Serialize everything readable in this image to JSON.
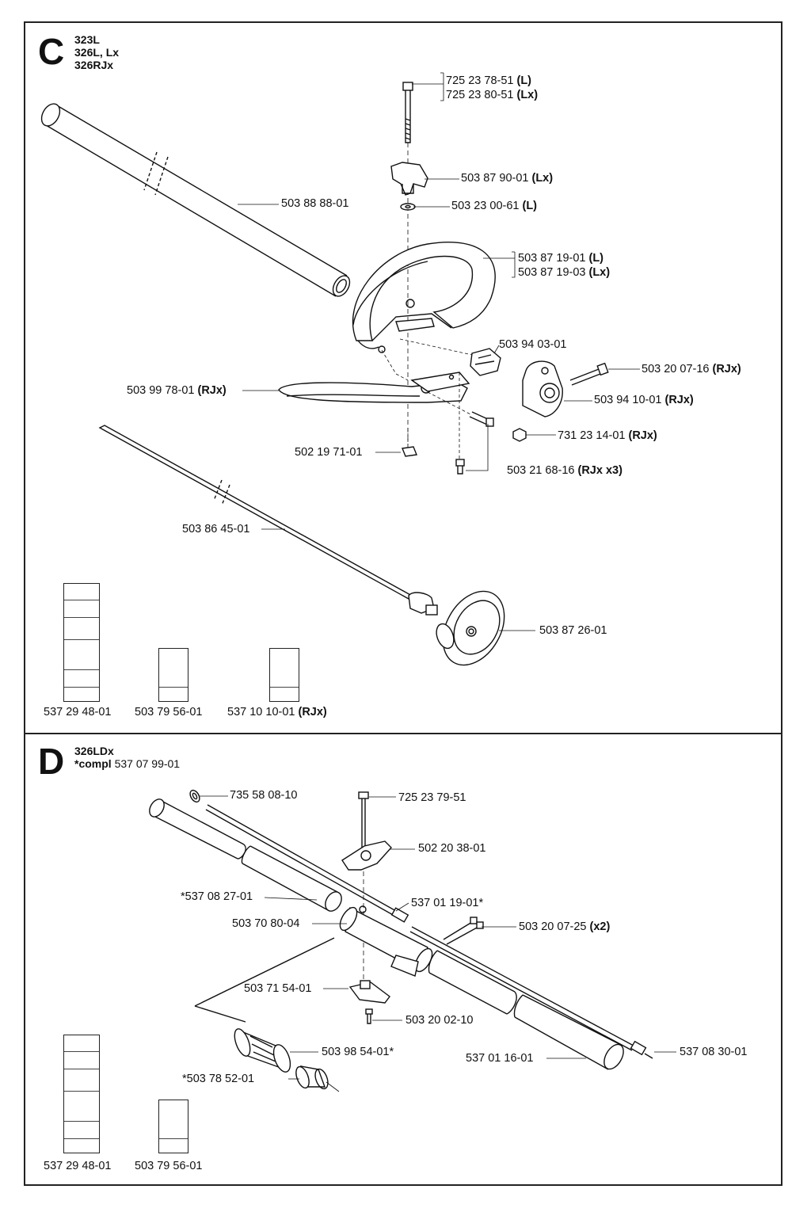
{
  "section_c": {
    "letter": "C",
    "models": [
      "323L",
      "326L, Lx",
      "326RJx"
    ],
    "parts": [
      {
        "num": "725 23 78-51",
        "note": "(L)"
      },
      {
        "num": "725 23 80-51",
        "note": "(Lx)"
      },
      {
        "num": "503 87 90-01",
        "note": "(Lx)"
      },
      {
        "num": "503 23 00-61",
        "note": "(L)"
      },
      {
        "num": "503 88 88-01",
        "note": ""
      },
      {
        "num": "503 87 19-01",
        "note": "(L)"
      },
      {
        "num": "503 87 19-03",
        "note": "(Lx)"
      },
      {
        "num": "503 94 03-01",
        "note": ""
      },
      {
        "num": "503 20 07-16",
        "note": "(RJx)"
      },
      {
        "num": "503 94 10-01",
        "note": "(RJx)"
      },
      {
        "num": "503 99 78-01",
        "note": "(RJx)"
      },
      {
        "num": "731 23 14-01",
        "note": "(RJx)"
      },
      {
        "num": "502 19 71-01",
        "note": ""
      },
      {
        "num": "503 21 68-16",
        "note": "(RJx x3)"
      },
      {
        "num": "503 86 45-01",
        "note": ""
      },
      {
        "num": "503 87 26-01",
        "note": ""
      }
    ],
    "decals": [
      {
        "num": "537 29 48-01",
        "note": ""
      },
      {
        "num": "503 79 56-01",
        "note": ""
      },
      {
        "num": "537 10 10-01",
        "note": "(RJx)"
      }
    ]
  },
  "section_d": {
    "letter": "D",
    "model": "326LDx",
    "compl_prefix": "*compl",
    "compl_num": "537 07 99-01",
    "parts": [
      {
        "num": "735 58 08-10",
        "note": ""
      },
      {
        "num": "725 23 79-51",
        "note": ""
      },
      {
        "num": "502 20 38-01",
        "note": ""
      },
      {
        "num": "*537 08 27-01",
        "note": ""
      },
      {
        "num": "537 01 19-01*",
        "note": ""
      },
      {
        "num": "503 70 80-04",
        "note": ""
      },
      {
        "num": "503 20 07-25",
        "note": "(x2)"
      },
      {
        "num": "503 71 54-01",
        "note": ""
      },
      {
        "num": "503 20 02-10",
        "note": ""
      },
      {
        "num": "503 98 54-01*",
        "note": ""
      },
      {
        "num": "537 01 16-01",
        "note": ""
      },
      {
        "num": "537 08 30-01",
        "note": ""
      },
      {
        "num": "*503 78 52-01",
        "note": ""
      }
    ],
    "decals": [
      {
        "num": "537 29 48-01",
        "note": ""
      },
      {
        "num": "503 79 56-01",
        "note": ""
      }
    ]
  }
}
